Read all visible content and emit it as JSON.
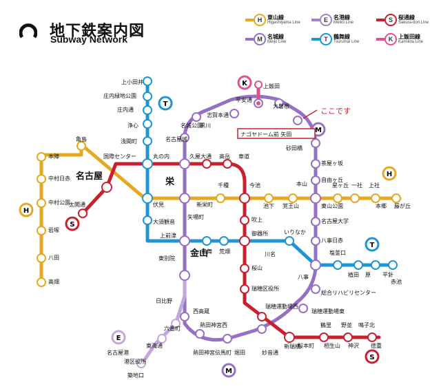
{
  "header": {
    "title_jp": "地下鉄案内図",
    "title_en": "Subway Network"
  },
  "legend": [
    {
      "letter": "H",
      "jp": "東山線",
      "en": "Higashiyama Line",
      "color": "#e6a820"
    },
    {
      "letter": "E",
      "jp": "名港線",
      "en": "Meiko Line",
      "color": "#a184c8"
    },
    {
      "letter": "S",
      "jp": "桜通線",
      "en": "Sakura-dori Line",
      "color": "#c8202f"
    },
    {
      "letter": "M",
      "jp": "名城線",
      "en": "Meijo Line",
      "color": "#9570c4"
    },
    {
      "letter": "T",
      "jp": "鶴舞線",
      "en": "Tsurumai Line",
      "color": "#1e95d3"
    },
    {
      "letter": "K",
      "jp": "上飯田線",
      "en": "Kamiiida Line",
      "color": "#e0508c"
    }
  ],
  "you_are_here": "ここです",
  "stations": {
    "kamiiida": "上飯田",
    "heian": "平安通",
    "ozone": "大曽根",
    "shiga": "志賀本通",
    "nagoya_dome": "ナゴヤドーム前 矢田",
    "sunada": "砂田橋",
    "chayagasaka": "茶屋ヶ坂",
    "jiyugaoka": "自由ヶ丘",
    "motoyama": "本山",
    "nagoyadaigaku": "名古屋大学",
    "yagoto_nisseki": "八事日赤",
    "yagoto": "八事",
    "sogo_riha": "総合リハビリセンター",
    "mizuho_undojo": "瑞穂運動場東",
    "aratama": "新瑞橋",
    "mizuho_kuyakusho": "瑞穂区役所",
    "mizuho_undo_nishi": "瑞穂運動場西",
    "sakurayama": "桜山",
    "kawana": "川名",
    "gokisho": "御器所",
    "fukiage": "吹上",
    "imaike": "今池",
    "ikeshita": "池下",
    "kakuozan": "覚王山",
    "higashiyama_koen": "東山公園",
    "hoshigaoka": "星ヶ丘",
    "issha": "一社",
    "kamiyashiro": "上社",
    "hongo": "本郷",
    "fujigaoka": "藤が丘",
    "chikusa": "千種",
    "shinsakae": "新栄町",
    "sakae": "栄",
    "fushimi": "伏見",
    "nagoya": "名古屋",
    "kamejima": "亀島",
    "honjin": "本陣",
    "nakamura_nisseki": "中村日赤",
    "nakamura_koen": "中村公園",
    "iwatsuka": "岩塚",
    "hatta": "八田",
    "takabata": "高畑",
    "kokusai": "国際センター",
    "marunouchi": "丸の内",
    "hisaya": "久屋大通",
    "takaoka": "高岳",
    "kurumamichi": "車道",
    "shiyakusho": "名古屋城",
    "meijokoen": "名城公園",
    "kurokawa": "黒川",
    "kamiotai": "上小田井",
    "shonai_ryokuchi": "庄内緑地公園",
    "shonai_dori": "庄内通",
    "joshin": "浄心",
    "sengen": "浅間町",
    "osu": "大須観音",
    "kamimaezu": "上前津",
    "yabacho": "矢場町",
    "tsurumai": "鶴舞",
    "arahata": "荒畑",
    "irinaka": "いりなか",
    "shiogamaguchi": "塩釜口",
    "ueda": "植田",
    "hara": "原",
    "hirabari": "平針",
    "akaike": "赤池",
    "higashi_betsuin": "東別院",
    "kanayama": "金山",
    "hibino": "日比野",
    "rokubancho": "六番町",
    "tokai": "東海通",
    "minato_kuyakusho": "港区役所",
    "tsukiji": "築地口",
    "nagoyako": "名古屋港",
    "nishi_takakura": "西高蔵",
    "jingu": "熱田神宮西",
    "temma": "伝馬町",
    "jingu_temma": "熱田神宮伝馬町",
    "horita": "堀田",
    "myoon": "妙音通",
    "sakuramoto": "桜本町",
    "tsurusato": "鶴里",
    "nonami": "野並",
    "narumi": "鳴子北",
    "aioiyama": "相生山",
    "kamisawa": "神沢",
    "tokushige": "徳重",
    "taiko": "太閤通"
  }
}
